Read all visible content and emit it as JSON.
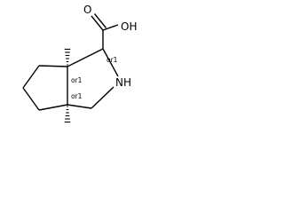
{
  "molecule": {
    "atoms": {
      "carbonyl_o": "O",
      "hydroxyl": "OH",
      "ring_nh": "NH"
    },
    "stereo_labels": {
      "c1": "or1",
      "c3a": "or1",
      "c6a": "or1"
    }
  }
}
